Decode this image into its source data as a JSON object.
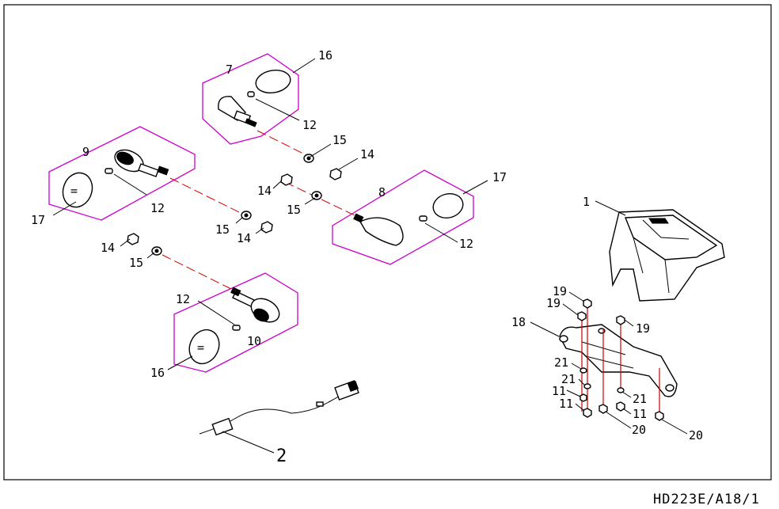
{
  "diagram_code": "HD223E/A18/1",
  "callouts": {
    "c1": "1",
    "c2": "2",
    "c7": "7",
    "c8": "8",
    "c9": "9",
    "c10": "10",
    "c11a": "11",
    "c11b": "11",
    "c11c": "11",
    "c12a": "12",
    "c12b": "12",
    "c12c": "12",
    "c12d": "12",
    "c14a": "14",
    "c14b": "14",
    "c14c": "14",
    "c14d": "14",
    "c15a": "15",
    "c15b": "15",
    "c15c": "15",
    "c15d": "15",
    "c16a": "16",
    "c16b": "16",
    "c17a": "17",
    "c17b": "17",
    "c18": "18",
    "c19a": "19",
    "c19b": "19",
    "c19c": "19",
    "c20a": "20",
    "c20b": "20",
    "c21a": "21",
    "c21b": "21",
    "c21c": "21"
  },
  "colors": {
    "group_outline": "#cc00cc",
    "assembly_axis": "#d00000",
    "ink": "#000000"
  }
}
